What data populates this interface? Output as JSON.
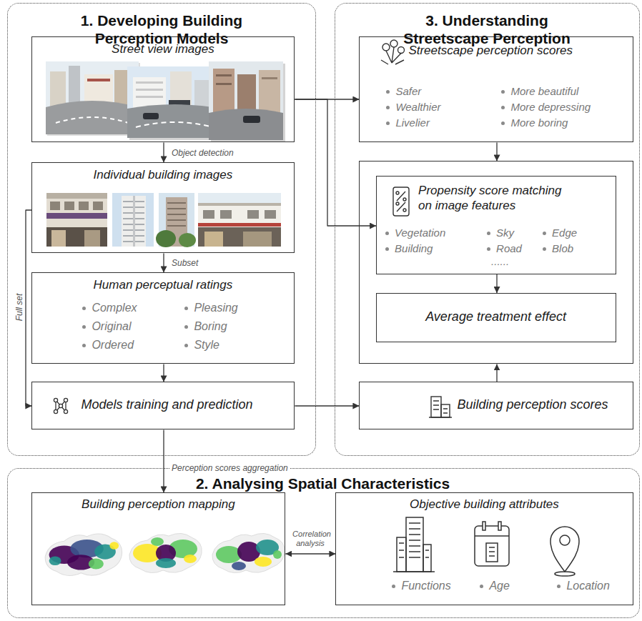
{
  "diagram": {
    "nodes": [
      {
        "text": [
          "1. Developing Building Perception Models"
        ]
      },
      {
        "text": [
          "Street view images"
        ],
        "in": 0
      },
      {
        "text": [
          "Individual building images"
        ],
        "in": 0
      },
      {
        "text": [
          "Human perceptual ratings",
          "Complex",
          "Pleasing",
          "Original",
          "Boring",
          "Ordered",
          "Style"
        ],
        "in": 0
      },
      {
        "text": [
          "Models training and prediction"
        ],
        "in": 0
      },
      {
        "text": [
          "3. Understanding Streetscape Perception"
        ]
      },
      {
        "text": [
          "Streetscape perception scores",
          "Safer",
          "More beautiful",
          "Wealthier",
          "More depressing",
          "Livelier",
          "More boring"
        ],
        "in": 5
      },
      {
        "text": [],
        "in": 5
      },
      {
        "text": [
          "Propensity score matching on image features",
          "Vegetation",
          "Sky",
          "Edge",
          "Building",
          "Road",
          "Blob",
          "......"
        ],
        "in": 7
      },
      {
        "text": [
          "Average treatment effect"
        ],
        "in": 7
      },
      {
        "text": [
          "Building perception scores"
        ],
        "in": 5
      },
      {
        "text": [
          "2. Analysing Spatial Characteristics"
        ]
      },
      {
        "text": [
          "Building perception mapping"
        ],
        "in": 11
      },
      {
        "text": [
          "Objective building attributes",
          "Functions",
          "Age",
          "Location"
        ],
        "in": 11
      }
    ],
    "edges": [
      {
        "from": 1,
        "to": 2,
        "label": "Object detection",
        "arrow": "to"
      },
      {
        "from": 2,
        "to": 3,
        "label": "Subset",
        "arrow": "to"
      },
      {
        "from": 3,
        "to": 4,
        "arrow": "to"
      },
      {
        "from": 2,
        "to": 4,
        "label": "Full set",
        "arrow": "to"
      },
      {
        "from": 1,
        "to": 6,
        "arrow": "to"
      },
      {
        "from": 1,
        "to": 8,
        "arrow": "to"
      },
      {
        "from": 6,
        "to": 7,
        "arrow": "to"
      },
      {
        "from": 8,
        "to": 9,
        "arrow": "to"
      },
      {
        "from": 10,
        "to": 7,
        "arrow": "to"
      },
      {
        "from": 4,
        "to": 10,
        "arrow": "to"
      },
      {
        "from": 4,
        "to": 12,
        "label": "Perception scores aggregation",
        "arrow": "to"
      },
      {
        "from": 12,
        "to": 13,
        "label": "Correlation analysis",
        "arrow": "both"
      }
    ]
  }
}
